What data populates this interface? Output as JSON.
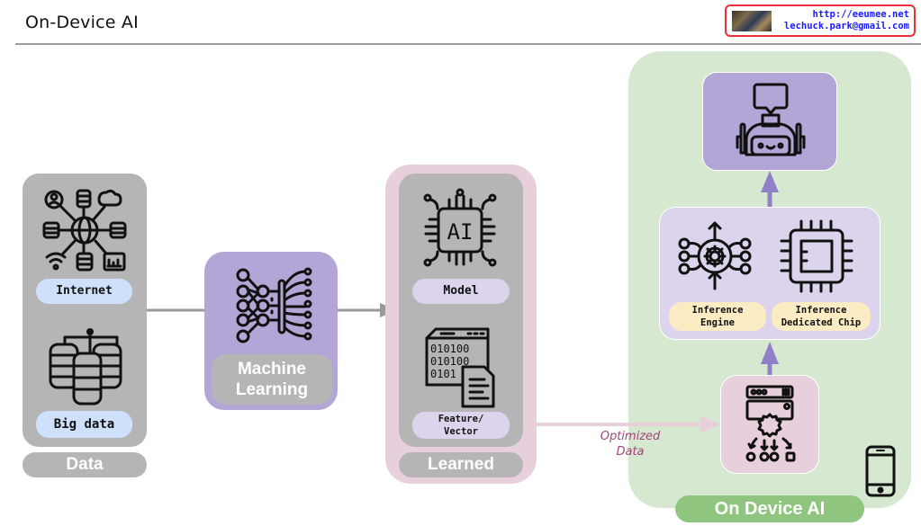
{
  "header": {
    "title": "On-Device AI",
    "contact": {
      "url": "http://eeumee.net",
      "email": "lechuck.park@gmail.com"
    }
  },
  "colors": {
    "gray_panel": "#b5b5b5",
    "purple_panel": "#b3a5d6",
    "pink_panel": "#e8cfdc",
    "green_panel": "#d6e8d0",
    "green_label": "#8fc57e",
    "light_blue_pill": "#cfe0fa",
    "light_purple_pill": "#dcd3ec",
    "yellow_pill": "#fbecc4",
    "arrow_gray": "#999999",
    "arrow_purple": "#9080c8",
    "arrow_pink": "#e8cfdc",
    "optimized_text": "#a0457a",
    "contact_border": "#e8313a",
    "contact_text": "#1a1aff"
  },
  "data_block": {
    "label": "Data",
    "items": [
      {
        "icon": "internet-network-icon",
        "label": "Internet"
      },
      {
        "icon": "database-cluster-icon",
        "label": "Big data"
      }
    ]
  },
  "ml_block": {
    "icon": "neural-network-icon",
    "label_line1": "Machine",
    "label_line2": "Learning"
  },
  "learned_block": {
    "label": "Learned",
    "items": [
      {
        "icon": "ai-chip-icon",
        "label": "Model"
      },
      {
        "icon": "binary-document-icon",
        "label_line1": "Feature/",
        "label_line2": "Vector"
      }
    ]
  },
  "edge_label": {
    "line1": "Optimized",
    "line2": "Data"
  },
  "device_block": {
    "label": "On Device AI",
    "top_icon": "robot-assistant-icon",
    "middle_items": [
      {
        "icon": "inference-engine-icon",
        "label_line1": "Inference",
        "label_line2": "Engine"
      },
      {
        "icon": "cpu-chip-icon",
        "label_line1": "Inference",
        "label_line2": "Dedicated Chip"
      }
    ],
    "bottom_icon": "server-distribution-icon",
    "device_icon": "smartphone-icon"
  }
}
